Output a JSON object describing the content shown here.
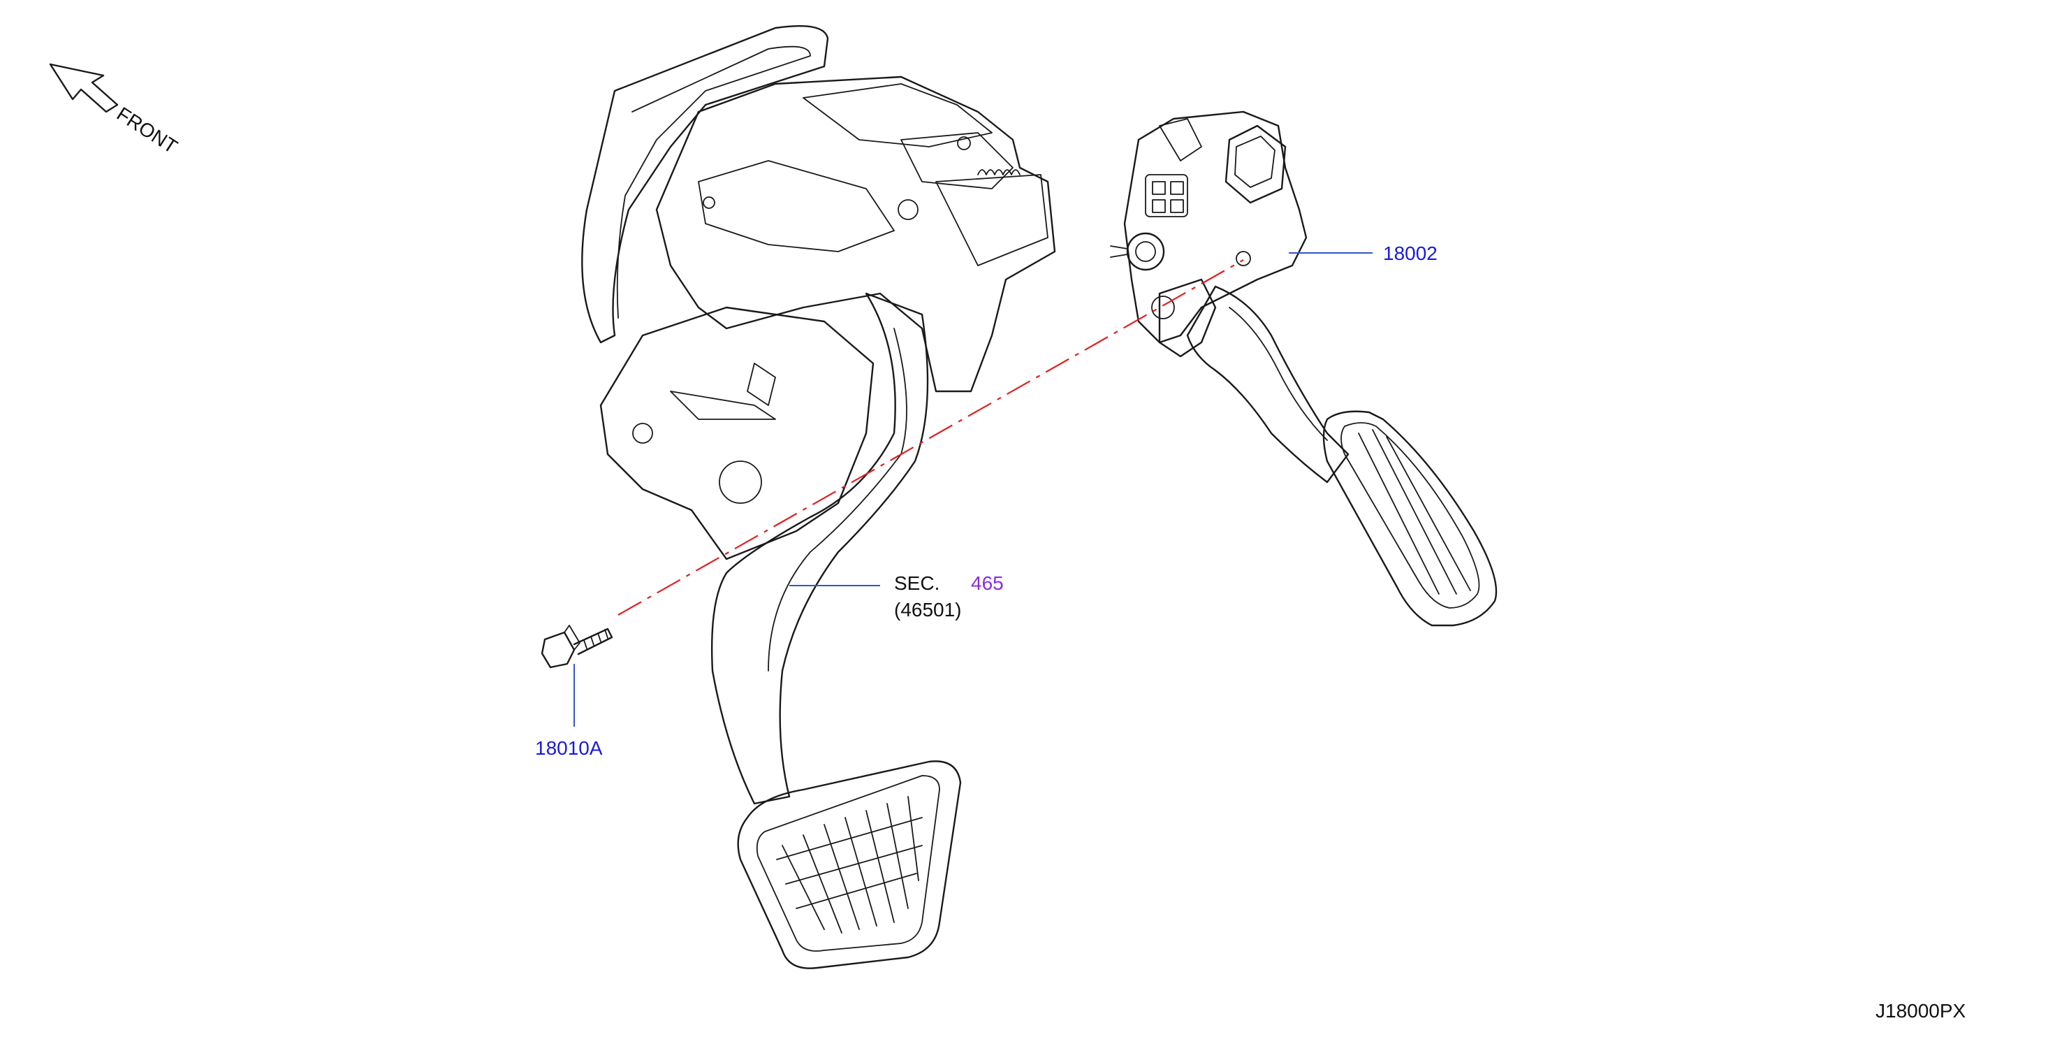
{
  "orientation": {
    "label": "FRONT",
    "icon": "front-arrow-icon"
  },
  "callouts": [
    {
      "id": "18002",
      "text": "18002",
      "color": "#1a1adc"
    },
    {
      "id": "18010A",
      "text": "18010A",
      "color": "#1a1adc"
    }
  ],
  "section_ref": {
    "prefix": "SEC.",
    "number": "465",
    "sub": "(46501)",
    "number_color": "#8a2be2"
  },
  "diagram_code": "J18000PX",
  "colors": {
    "callout": "#1a1adc",
    "section": "#8a2be2",
    "centerline": "#e02020",
    "linework": "#1a1a1a"
  },
  "icons": [
    "front-arrow-icon",
    "brake-pedal-assembly-icon",
    "accelerator-pedal-icon",
    "bolt-icon"
  ]
}
